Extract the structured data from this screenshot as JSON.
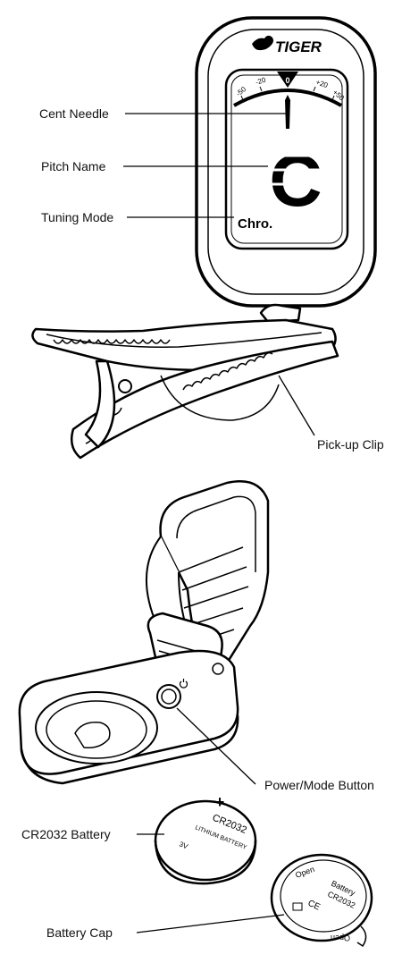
{
  "brand": {
    "name": "TIGER"
  },
  "display": {
    "scale": [
      "-50",
      "-20",
      "0",
      "+20",
      "+50"
    ],
    "pitch": "C",
    "mode": "Chro."
  },
  "labels": {
    "cent_needle": "Cent Needle",
    "pitch_name": "Pitch Name",
    "tuning_mode": "Tuning Mode",
    "pickup_clip": "Pick-up Clip",
    "power_button": "Power/Mode Button",
    "battery": "CR2032 Battery",
    "battery_cap": "Battery Cap"
  },
  "battery": {
    "model": "CR2032",
    "type": "LITHIUM BATTERY",
    "voltage": "3V",
    "polarity": "+"
  },
  "cap": {
    "open_top": "Open",
    "title": "Battery",
    "model": "CR2032",
    "mark": "CE",
    "open_bottom": "Open"
  }
}
